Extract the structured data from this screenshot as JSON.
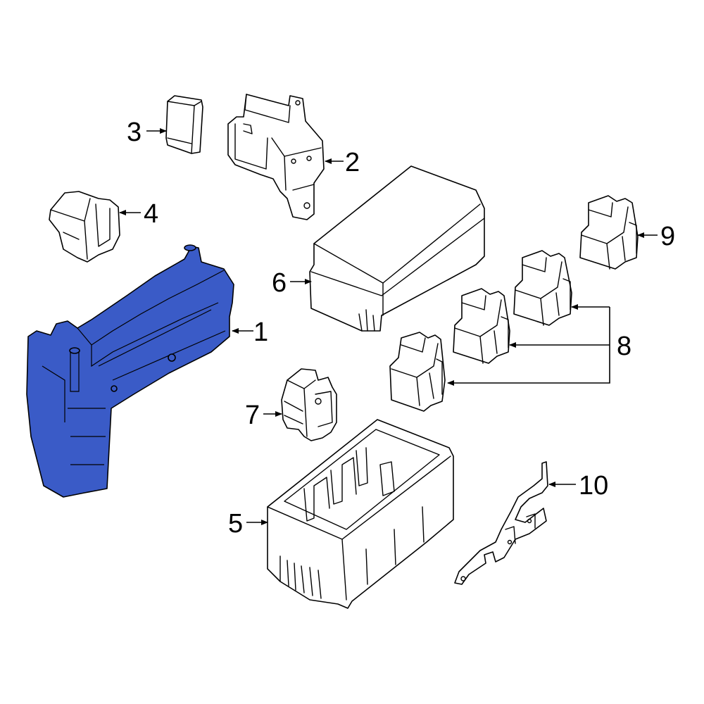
{
  "diagram": {
    "highlight_color": "#3a5bc7",
    "callouts": [
      {
        "id": "1",
        "label": "1"
      },
      {
        "id": "2",
        "label": "2"
      },
      {
        "id": "3",
        "label": "3"
      },
      {
        "id": "4",
        "label": "4"
      },
      {
        "id": "5",
        "label": "5"
      },
      {
        "id": "6",
        "label": "6"
      },
      {
        "id": "7",
        "label": "7"
      },
      {
        "id": "8",
        "label": "8"
      },
      {
        "id": "9",
        "label": "9"
      },
      {
        "id": "10",
        "label": "10"
      }
    ]
  }
}
